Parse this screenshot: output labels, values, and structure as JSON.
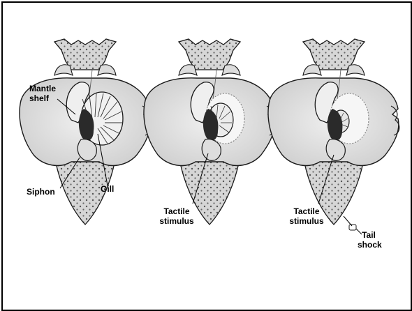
{
  "labels": {
    "mantle_shelf": "Mantle shelf",
    "siphon": "Siphon",
    "gill": "Gill",
    "tactile_stimulus_1": "Tactile stimulus",
    "tactile_stimulus_2": "Tactile stimulus",
    "tail_shock": "Tail shock"
  },
  "panels": [
    {
      "id": "control",
      "gill_state": "relaxed"
    },
    {
      "id": "habituation",
      "gill_state": "partially-withdrawn"
    },
    {
      "id": "sensitization",
      "gill_state": "withdrawn"
    }
  ],
  "colors": {
    "body_fill": "#d8d8d8",
    "outline": "#1a1a1a",
    "dark": "#222222"
  }
}
